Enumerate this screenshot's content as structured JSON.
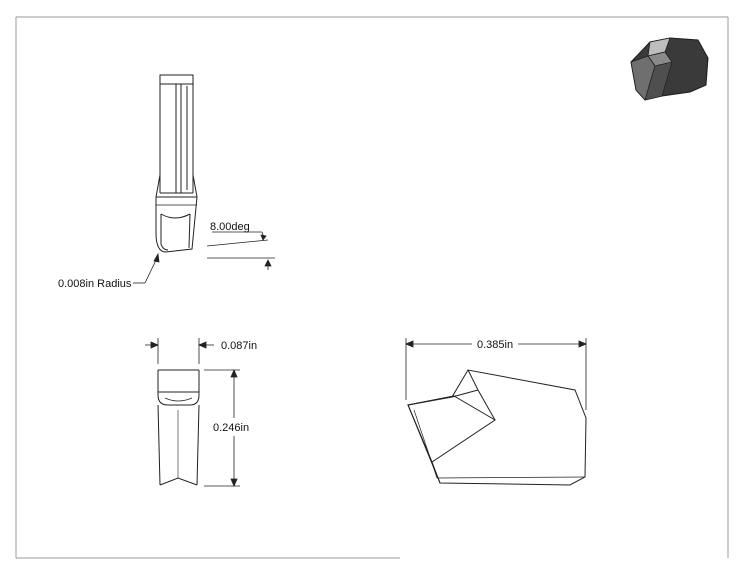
{
  "drawing": {
    "annotations": {
      "angle": "8.00deg",
      "radius": "0.008in Radius",
      "width": "0.087in",
      "height": "0.246in",
      "length": "0.385in"
    }
  },
  "colors": {
    "line": "#222222",
    "border": "#9a9a9a",
    "render_dark": "#3a3a3a",
    "render_mid": "#6f6f6f",
    "render_light": "#bdbdbd"
  },
  "icons": {
    "iso_view": "isometric-part-render-icon"
  }
}
